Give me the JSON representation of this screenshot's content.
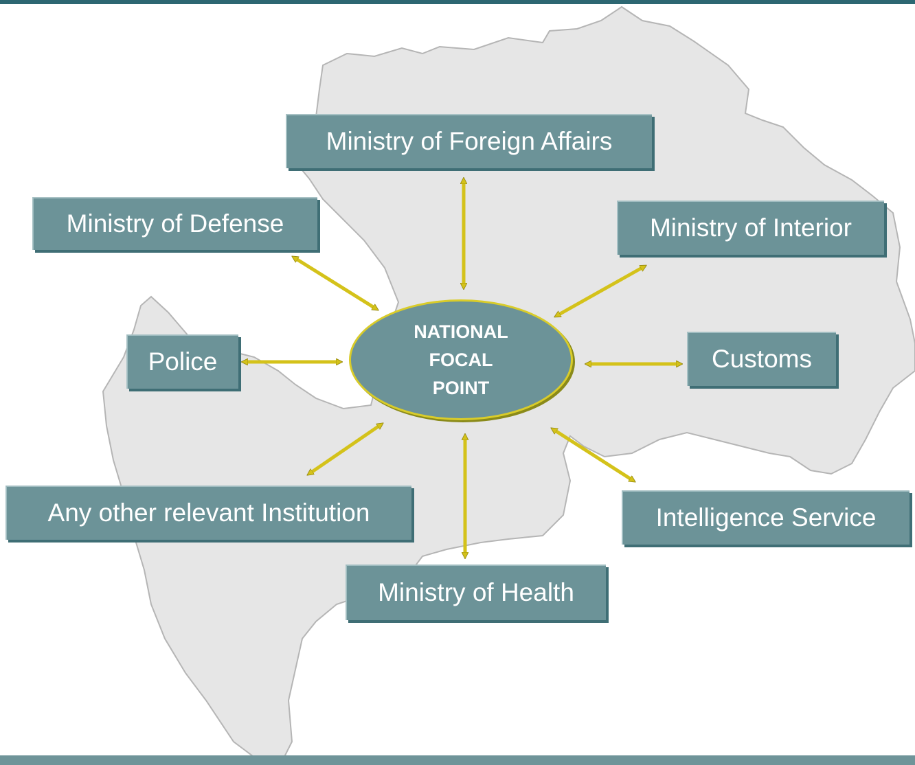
{
  "diagram": {
    "center": {
      "line1": "NATIONAL",
      "line2": "FOCAL",
      "line3": "POINT"
    },
    "nodes": {
      "foreign_affairs": "Ministry of Foreign Affairs",
      "defense": "Ministry of Defense",
      "interior": "Ministry of Interior",
      "police": "Police",
      "customs": "Customs",
      "other": "Any other relevant Institution",
      "intelligence": "Intelligence Service",
      "health": "Ministry of Health"
    },
    "colors": {
      "box_fill": "#6c9398",
      "arrow": "#d4c21a",
      "map_fill": "#e6e6e6",
      "top_bar": "#2d6772",
      "bottom_bar": "#6f9499"
    }
  }
}
